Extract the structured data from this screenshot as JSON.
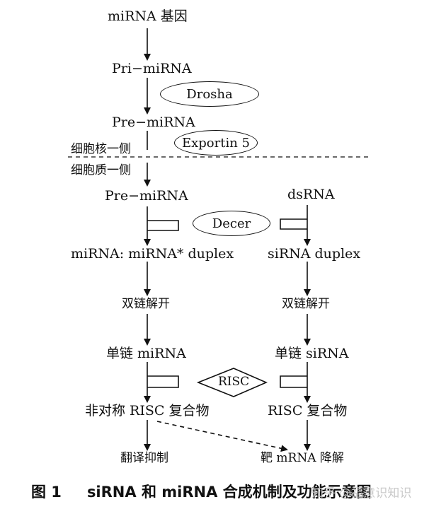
{
  "nodes": {
    "mirna_gene": "miRNA 基因",
    "pri_mirna": "Pri−miRNA",
    "pre_mirna_nuclear": "Pre−miRNA",
    "nucleus_side": "细胞核一侧",
    "cytoplasm_side": "细胞质一侧",
    "pre_mirna_cyto": "Pre−miRNA",
    "dsrna": "dsRNA",
    "mirna_duplex": "miRNA: miRNA* duplex",
    "sirna_duplex": "siRNA duplex",
    "unwind_left": "双链解开",
    "unwind_right": "双链解开",
    "single_mirna": "单链 miRNA",
    "single_sirna": "单链 siRNA",
    "asym_risc": "非对称 RISC 复合物",
    "risc_complex": "RISC 复合物",
    "translation_inhibition": "翻译抑制",
    "target_degradation": "靶 mRNA 降解"
  },
  "enzymes": {
    "drosha": "Drosha",
    "exportin": "Exportin 5",
    "decer": "Decer",
    "risc": "RISC"
  },
  "caption": {
    "number": "图 1",
    "text": "siRNA 和 miRNA 合成机制及功能示意图"
  },
  "watermark": "知乎 @福意识知识"
}
